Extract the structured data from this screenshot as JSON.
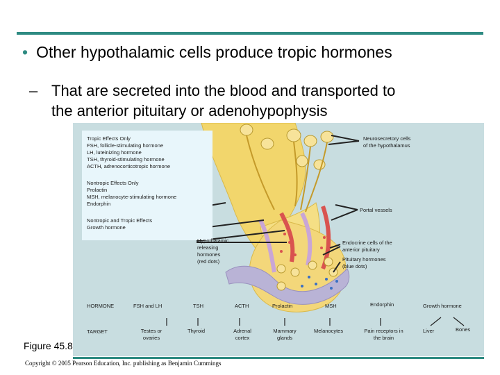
{
  "slide": {
    "bullet": "Other hypothalamic cells produce tropic hormones",
    "sub_line1": "That are secreted into the blood and transported to",
    "sub_line2": "the anterior pituitary or adenohypophysis",
    "figure_label": "Figure 45.8",
    "copyright": "Copyright © 2005 Pearson Education, Inc. publishing as Benjamin Cummings"
  },
  "colors": {
    "accent": "#2e8b82",
    "figure_bg": "#c8dde0",
    "legend_bg": "#e8f6fb",
    "tissue": "#f2d66c",
    "vessel_red": "#d9534f",
    "vessel_purple": "#b9b3d6"
  },
  "legend": {
    "tropic_title": "Tropic Effects Only",
    "tropic_items": [
      "FSH, follicle-stimulating hormone",
      "LH, luteinizing hormone",
      "TSH, thyroid-stimulating hormone",
      "ACTH, adrenocorticotropic hormone"
    ],
    "nontropic_title": "Nontropic Effects Only",
    "nontropic_items": [
      "Prolactin",
      "MSH, melanocyte-stimulating hormone",
      "Endorphin"
    ],
    "both_title": "Nontropic and Tropic Effects",
    "both_items": [
      "Growth hormone"
    ]
  },
  "annotations": {
    "neuro_1": "Neurosecretory cells",
    "neuro_2": "of the hypothalamus",
    "portal": "Portal vessels",
    "endo_1": "Endocrine cells of the",
    "endo_2": "anterior pituitary",
    "pit_1": "Pituitary hormones",
    "pit_2": "(blue dots)",
    "hyp_1": "Hypothalamic",
    "hyp_2": "releasing",
    "hyp_3": "hormones",
    "hyp_4": "(red dots)"
  },
  "table": {
    "hormone_header": "HORMONE",
    "target_header": "TARGET",
    "hormones": [
      "FSH and LH",
      "TSH",
      "ACTH",
      "Prolactin",
      "MSH",
      "Endorphin",
      "Growth hormone"
    ],
    "targets": [
      "Testes or ovaries",
      "Thyroid",
      "Adrenal cortex",
      "Mammary glands",
      "Melanocytes",
      "Pain receptors in the brain",
      "Liver",
      "Bones"
    ]
  }
}
